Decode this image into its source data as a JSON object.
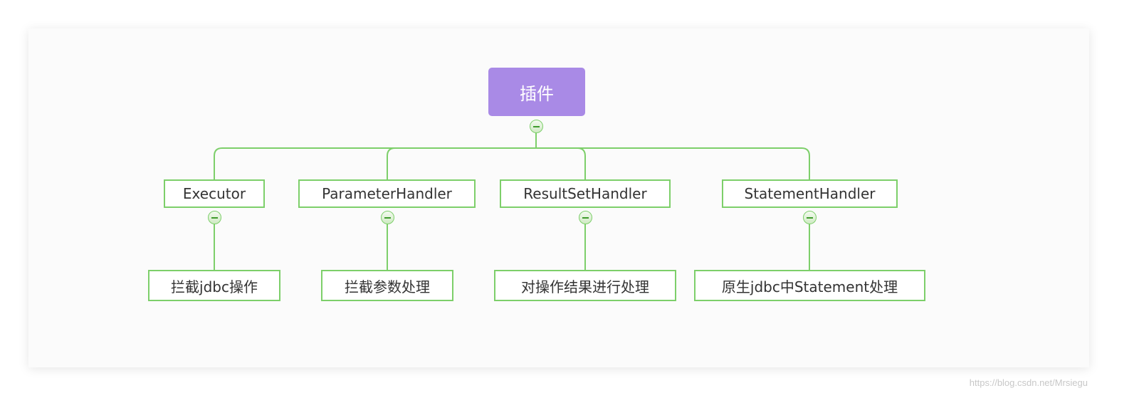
{
  "diagram": {
    "root": {
      "label": "插件"
    },
    "children": [
      {
        "label": "Executor",
        "leaf": "拦截jdbc操作"
      },
      {
        "label": "ParameterHandler",
        "leaf": "拦截参数处理"
      },
      {
        "label": "ResultSetHandler",
        "leaf": "对操作结果进行处理"
      },
      {
        "label": "StatementHandler",
        "leaf": "原生jdbc中Statement处理"
      }
    ],
    "colors": {
      "root_fill": "#a98ae6",
      "border": "#7dcf6a",
      "line": "#7dcf6a",
      "text": "#333333",
      "background": "#fbfbfb"
    }
  },
  "watermark": "https://blog.csdn.net/Mrsiegu"
}
